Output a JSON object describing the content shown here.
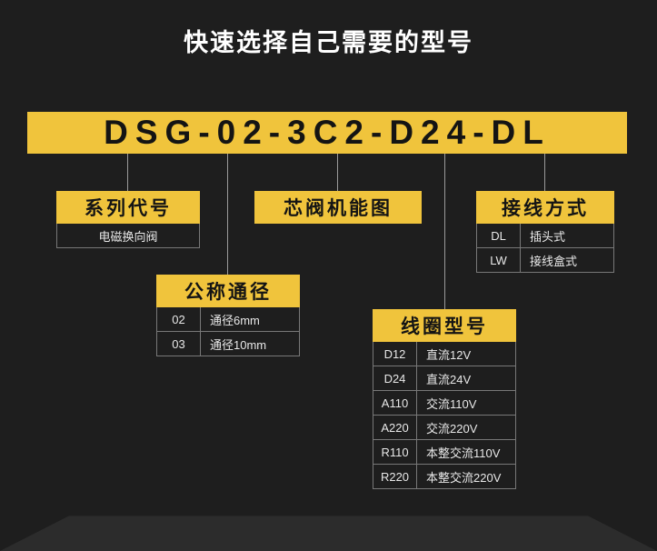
{
  "title": "快速选择自己需要的型号",
  "model": {
    "number": "DSG-02-3C2-D24-DL"
  },
  "colors": {
    "background": "#1e1e1e",
    "accent_yellow": "#f0c43c",
    "table_border": "#787878",
    "connector_gray": "#9a9a9a",
    "text_light": "#e8e8e8",
    "text_dark": "#141414",
    "floor_gray": "#2c2c2c"
  },
  "callouts": {
    "series": {
      "label": "系列代号",
      "rows": [
        {
          "desc": "电磁换向阀"
        }
      ]
    },
    "diameter": {
      "label": "公称通径",
      "rows": [
        {
          "code": "02",
          "desc": "通径6mm"
        },
        {
          "code": "03",
          "desc": "通径10mm"
        }
      ]
    },
    "spool": {
      "label": "芯阀机能图",
      "rows": []
    },
    "coil": {
      "label": "线圈型号",
      "rows": [
        {
          "code": "D12",
          "desc": "直流12V"
        },
        {
          "code": "D24",
          "desc": "直流24V"
        },
        {
          "code": "A110",
          "desc": "交流110V"
        },
        {
          "code": "A220",
          "desc": "交流220V"
        },
        {
          "code": "R110",
          "desc": "本整交流110V"
        },
        {
          "code": "R220",
          "desc": "本整交流220V"
        }
      ]
    },
    "wiring": {
      "label": "接线方式",
      "rows": [
        {
          "code": "DL",
          "desc": "插头式"
        },
        {
          "code": "LW",
          "desc": "接线盒式"
        }
      ]
    }
  }
}
